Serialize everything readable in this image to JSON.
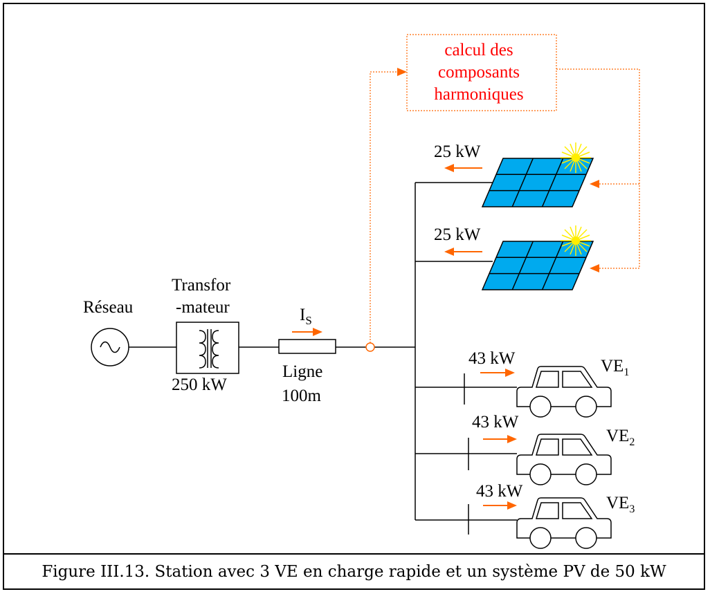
{
  "caption": "Figure III.13. Station avec 3 VE en charge rapide et un système PV de 50 kW",
  "grid": {
    "label": "Réseau"
  },
  "transformer": {
    "label_line1": "Transfor",
    "label_line2": "-mateur",
    "rating": "250 kW"
  },
  "current": {
    "symbol": "I",
    "subscript": "S"
  },
  "line": {
    "label_line1": "Ligne",
    "label_line2": "100m"
  },
  "harmonics_box": {
    "line1": "calcul des",
    "line2": "composants",
    "line3": "harmoniques"
  },
  "pv_panels": [
    {
      "power": "25 kW"
    },
    {
      "power": "25 kW"
    }
  ],
  "vehicles": [
    {
      "power": "43 kW",
      "name": "VE",
      "index": "1"
    },
    {
      "power": "43 kW",
      "name": "VE",
      "index": "2"
    },
    {
      "power": "43 kW",
      "name": "VE",
      "index": "3"
    }
  ],
  "colors": {
    "accent": "#ff6600",
    "harmonics_text": "#ff0000",
    "panel": "#00aaee",
    "sun": "#ffee00"
  }
}
